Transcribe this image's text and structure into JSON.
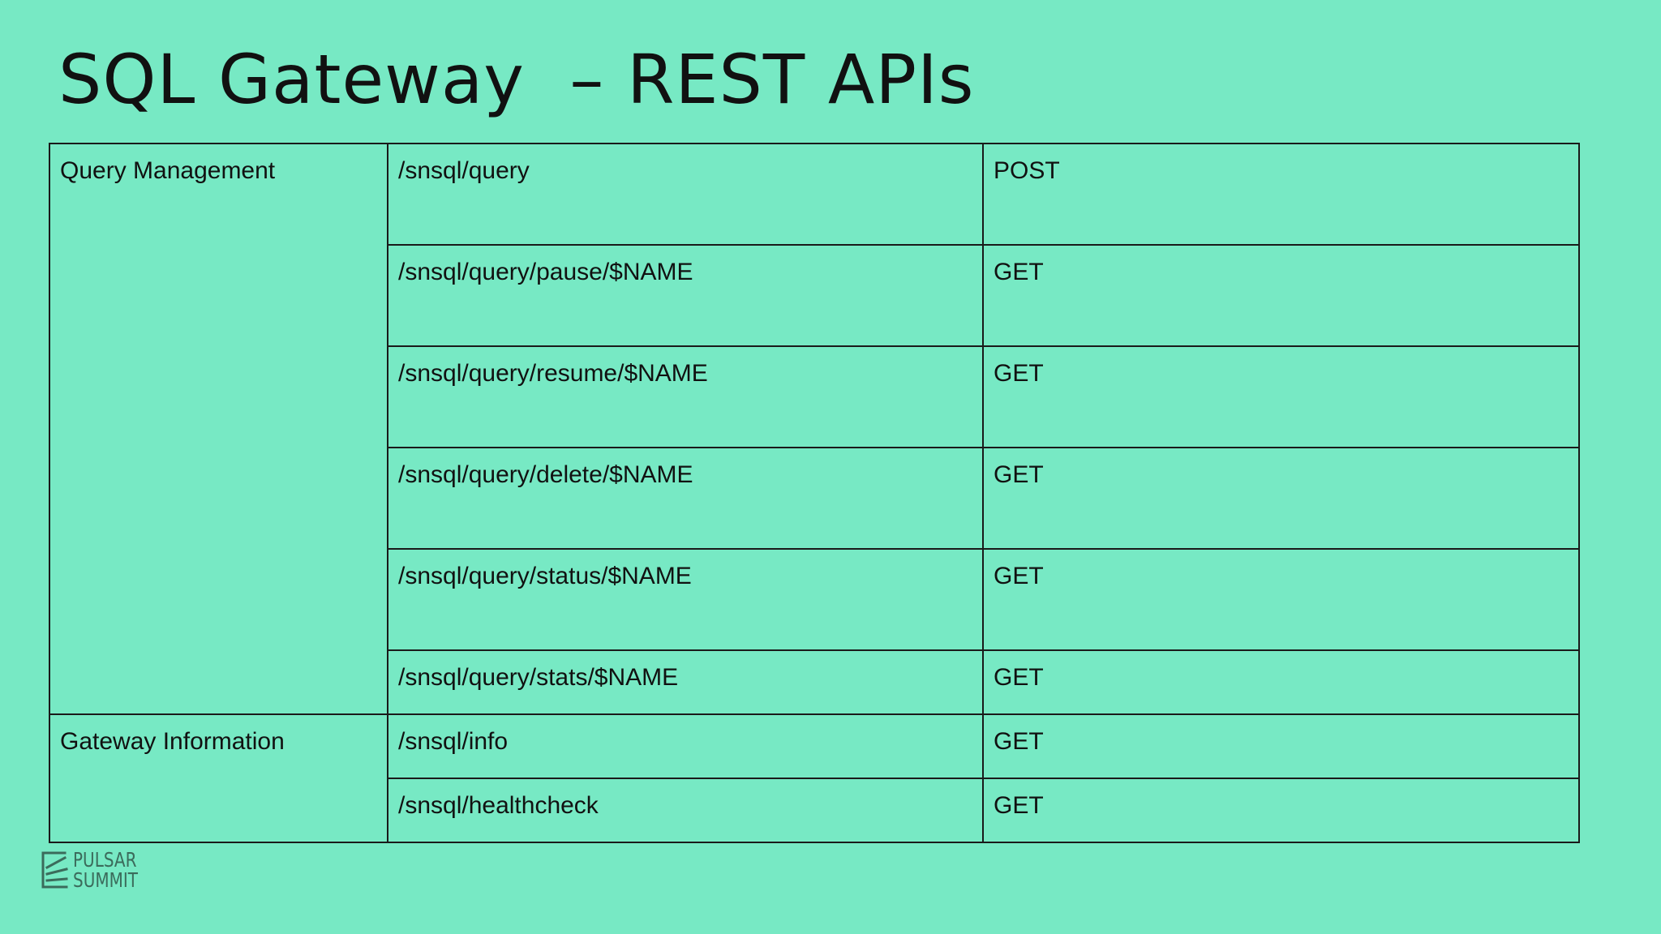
{
  "slide": {
    "title": "SQL Gateway  – REST APIs"
  },
  "table": {
    "groups": [
      {
        "name": "Query Management",
        "rows": [
          {
            "endpoint": "/snsql/query",
            "method": "POST"
          },
          {
            "endpoint": "/snsql/query/pause/$NAME",
            "method": "GET"
          },
          {
            "endpoint": "/snsql/query/resume/$NAME",
            "method": "GET"
          },
          {
            "endpoint": "/snsql/query/delete/$NAME",
            "method": "GET"
          },
          {
            "endpoint": "/snsql/query/status/$NAME",
            "method": "GET"
          },
          {
            "endpoint": "/snsql/query/stats/$NAME",
            "method": "GET"
          }
        ]
      },
      {
        "name": "Gateway Information",
        "rows": [
          {
            "endpoint": "/snsql/info",
            "method": "GET"
          },
          {
            "endpoint": "/snsql/healthcheck",
            "method": "GET"
          }
        ]
      }
    ]
  },
  "logo": {
    "line1": "PULSAR",
    "line2": "SUMMIT",
    "icon": "pulsar-summit-logo-icon"
  },
  "colors": {
    "background": "#77e9c4",
    "text": "#111111",
    "logo": "#3b6b5b"
  }
}
